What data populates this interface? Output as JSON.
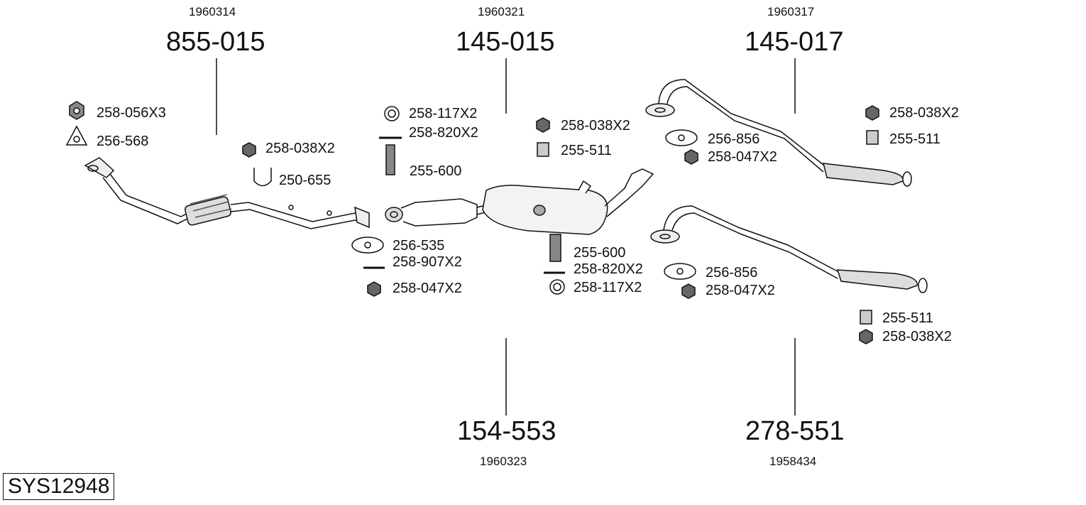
{
  "system_code": "SYS12948",
  "assemblies": [
    {
      "ref": "1960314",
      "part": "855-015"
    },
    {
      "ref": "1960321",
      "part": "145-015"
    },
    {
      "ref": "1960317",
      "part": "145-017"
    },
    {
      "ref": "1960323",
      "part": "154-553"
    },
    {
      "ref": "1958434",
      "part": "278-551"
    }
  ],
  "parts": [
    {
      "label": "258-056X3",
      "icon": "hex-nut-large-icon"
    },
    {
      "label": "256-568",
      "icon": "triangular-gasket-icon"
    },
    {
      "label": "258-038X2",
      "icon": "flange-nut-icon"
    },
    {
      "label": "250-655",
      "icon": "u-bolt-clamp-icon"
    },
    {
      "label": "258-117X2",
      "icon": "ring-washer-icon"
    },
    {
      "label": "258-820X2",
      "icon": "bolt-icon"
    },
    {
      "label": "255-600",
      "icon": "bracket-icon"
    },
    {
      "label": "256-535",
      "icon": "oval-gasket-icon"
    },
    {
      "label": "258-907X2",
      "icon": "bolt-icon"
    },
    {
      "label": "258-047X2",
      "icon": "flange-nut-icon"
    },
    {
      "label": "258-038X2",
      "icon": "flange-nut-icon"
    },
    {
      "label": "255-511",
      "icon": "rubber-hanger-icon"
    },
    {
      "label": "255-600",
      "icon": "bracket-icon"
    },
    {
      "label": "258-820X2",
      "icon": "bolt-icon"
    },
    {
      "label": "258-117X2",
      "icon": "ring-washer-icon"
    },
    {
      "label": "256-856",
      "icon": "oval-gasket-icon"
    },
    {
      "label": "258-047X2",
      "icon": "flange-nut-icon"
    },
    {
      "label": "258-038X2",
      "icon": "flange-nut-icon"
    },
    {
      "label": "255-511",
      "icon": "rubber-hanger-icon"
    },
    {
      "label": "256-856",
      "icon": "oval-gasket-icon"
    },
    {
      "label": "258-047X2",
      "icon": "flange-nut-icon"
    },
    {
      "label": "255-511",
      "icon": "rubber-hanger-icon"
    },
    {
      "label": "258-038X2",
      "icon": "flange-nut-icon"
    }
  ]
}
